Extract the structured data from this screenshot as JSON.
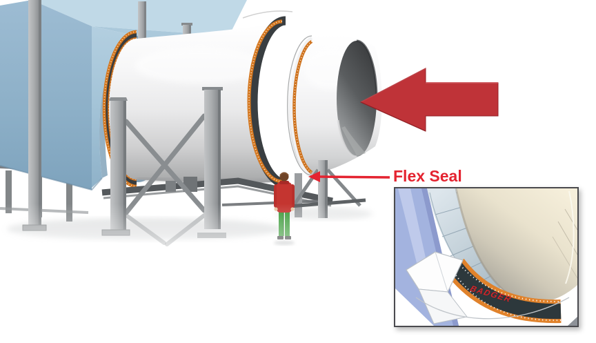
{
  "illustration": {
    "callout": {
      "label": "Flex Seal",
      "color": "#e42330"
    },
    "flow_arrow": {
      "direction": "left",
      "color": "#bf3338"
    },
    "inset": {
      "brand": "BADGER",
      "brand_color": "#d4252b"
    },
    "palette": {
      "structure_blue": "#a3c3d7",
      "duct_white": "#f4f4f5",
      "duct_interior_gray": "#5a5d5f",
      "steel_gray": "#a9acae",
      "seal_bolt_band_orange": "#d4771f",
      "seal_rubber_dark": "#393e41",
      "worker_jacket_red": "#c43530",
      "worker_pants_green": "#3d9c3b",
      "background": "#ffffff"
    }
  }
}
